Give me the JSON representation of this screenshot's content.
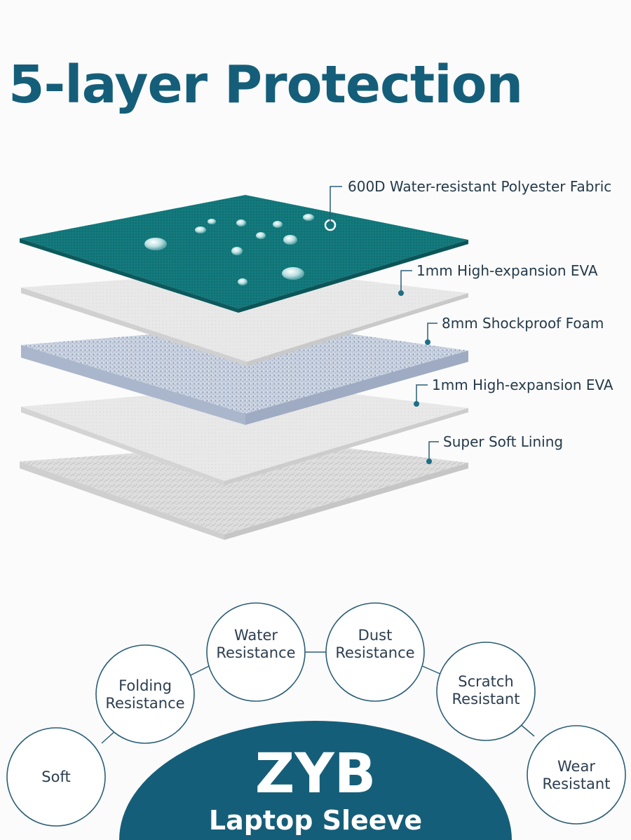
{
  "title": "5-layer Protection",
  "colors": {
    "brand": "#155e79",
    "teal_fabric": "#137a7d",
    "line": "#2a5e76"
  },
  "layers": [
    {
      "label": "600D Water-resistant Polyester Fabric"
    },
    {
      "label": "1mm High-expansion EVA"
    },
    {
      "label": "8mm Shockproof Foam"
    },
    {
      "label": "1mm High-expansion EVA"
    },
    {
      "label": "Super Soft Lining"
    }
  ],
  "features": [
    {
      "label_line1": "Water",
      "label_line2": "Resistance"
    },
    {
      "label_line1": "Dust",
      "label_line2": "Resistance"
    },
    {
      "label_line1": "Folding",
      "label_line2": "Resistance"
    },
    {
      "label_line1": "Scratch",
      "label_line2": "Resistant"
    },
    {
      "label_line1": "Soft",
      "label_line2": ""
    },
    {
      "label_line1": "Wear",
      "label_line2": "Resistant"
    }
  ],
  "brand": {
    "name": "ZYB",
    "subtitle": "Laptop Sleeve"
  }
}
